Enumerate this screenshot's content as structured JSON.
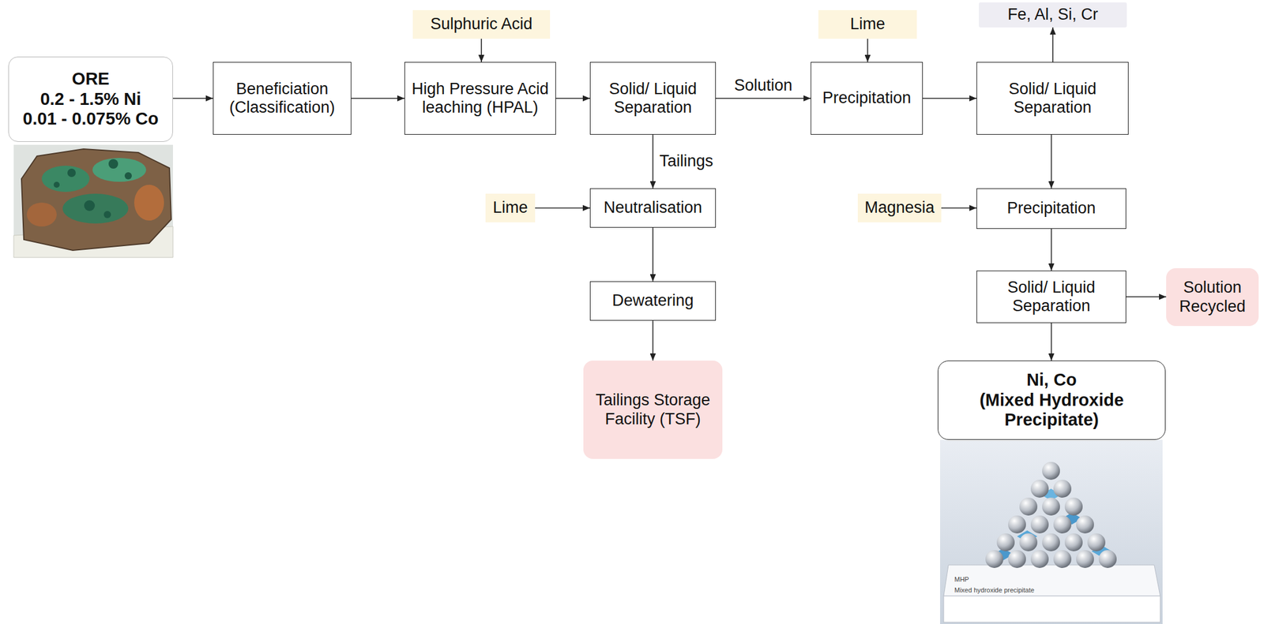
{
  "diagram": {
    "nodes": [
      {
        "text": [
          "ORE",
          "0.2 - 1.5% Ni",
          "0.01 - 0.075% Co"
        ]
      },
      {
        "text": [
          "Beneficiation (Classification)"
        ]
      },
      {
        "text": [
          "Sulphuric Acid"
        ]
      },
      {
        "text": [
          "High Pressure Acid leaching (HPAL)"
        ]
      },
      {
        "text": [
          "Solid/ Liquid Separation"
        ]
      },
      {
        "text": [
          "Lime"
        ]
      },
      {
        "text": [
          "Precipitation"
        ]
      },
      {
        "text": [
          "Fe, Al, Si, Cr"
        ]
      },
      {
        "text": [
          "Solid/ Liquid Separation"
        ]
      },
      {
        "text": [
          "Lime"
        ]
      },
      {
        "text": [
          "Neutralisation"
        ]
      },
      {
        "text": [
          "Magnesia"
        ]
      },
      {
        "text": [
          "Precipitation"
        ]
      },
      {
        "text": [
          "Dewatering"
        ]
      },
      {
        "text": [
          "Solid/ Liquid Separation"
        ]
      },
      {
        "text": [
          "Solution Recycled"
        ]
      },
      {
        "text": [
          "Tailings Storage Facility (TSF)"
        ]
      },
      {
        "text": [
          "Ni, Co",
          "(Mixed Hydroxide Precipitate)"
        ]
      }
    ],
    "edges": [
      {
        "from": 0,
        "to": 1,
        "arrow": "to"
      },
      {
        "from": 1,
        "to": 3,
        "arrow": "to"
      },
      {
        "from": 2,
        "to": 3,
        "arrow": "to"
      },
      {
        "from": 3,
        "to": 4,
        "arrow": "to"
      },
      {
        "from": 4,
        "to": 6,
        "label": "Solution",
        "arrow": "to"
      },
      {
        "from": 5,
        "to": 6,
        "arrow": "to"
      },
      {
        "from": 6,
        "to": 8,
        "arrow": "to"
      },
      {
        "from": 8,
        "to": 7,
        "arrow": "to"
      },
      {
        "from": 4,
        "to": 10,
        "label": "Tailings",
        "arrow": "to"
      },
      {
        "from": 9,
        "to": 10,
        "arrow": "to"
      },
      {
        "from": 10,
        "to": 13,
        "arrow": "to"
      },
      {
        "from": 13,
        "to": 16,
        "arrow": "to"
      },
      {
        "from": 8,
        "to": 12,
        "arrow": "to"
      },
      {
        "from": 11,
        "to": 12,
        "arrow": "to"
      },
      {
        "from": 12,
        "to": 14,
        "arrow": "to"
      },
      {
        "from": 14,
        "to": 15,
        "arrow": "to"
      },
      {
        "from": 14,
        "to": 17,
        "arrow": "to"
      }
    ],
    "labels": [
      "MHP",
      "Mixed hydroxide precipitate"
    ]
  }
}
